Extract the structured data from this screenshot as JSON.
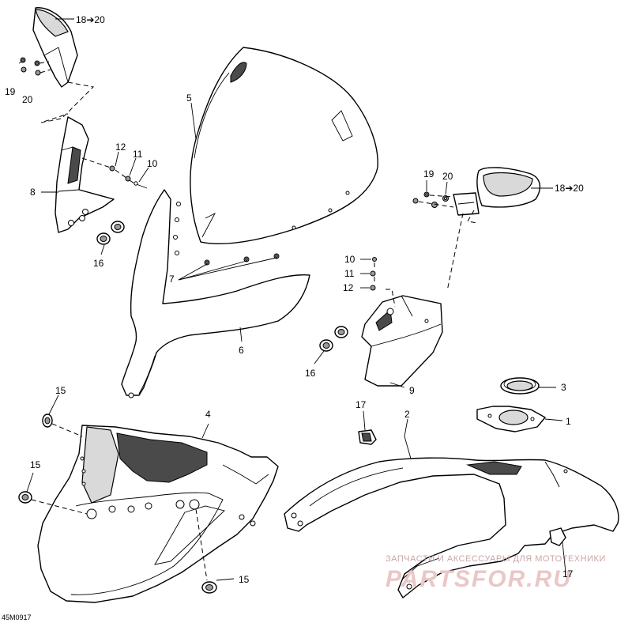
{
  "diagram": {
    "callouts": {
      "c18_20_top": "18➔20",
      "c19_left": "19",
      "c20_left": "20",
      "c5": "5",
      "c12_left": "12",
      "c11_left": "11",
      "c10_left": "10",
      "c8": "8",
      "c16_left": "16",
      "c7": "7",
      "c6": "6",
      "c19_right": "19",
      "c20_right": "20",
      "c18_20_right": "18➔20",
      "c10_right": "10",
      "c11_right": "11",
      "c12_right": "12",
      "c16_right": "16",
      "c9": "9",
      "c3": "3",
      "c1": "1",
      "c17_top": "17",
      "c2": "2",
      "c15_top": "15",
      "c4": "4",
      "c15_mid": "15",
      "c15_bottom": "15",
      "c17_bottom": "17"
    },
    "drawing_code": "45M0917",
    "watermark": {
      "line1": "ЗАПЧАСТИ И АКСЕССУАРЫ ДЛЯ МОТОТЕХНИКИ",
      "line2": "PARTSFOR.RU"
    }
  }
}
